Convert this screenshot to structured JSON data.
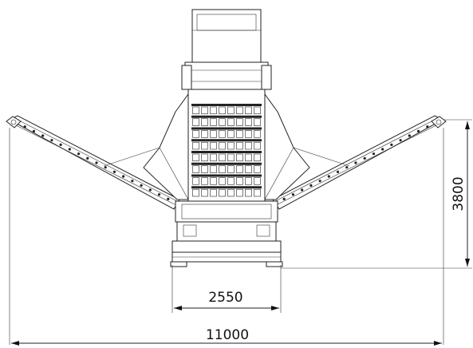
{
  "drawing": {
    "dimensions": {
      "overall_width": "11000",
      "track_width": "2550",
      "height": "3800"
    },
    "hopper": {
      "rows": 8,
      "cols": 8
    }
  }
}
